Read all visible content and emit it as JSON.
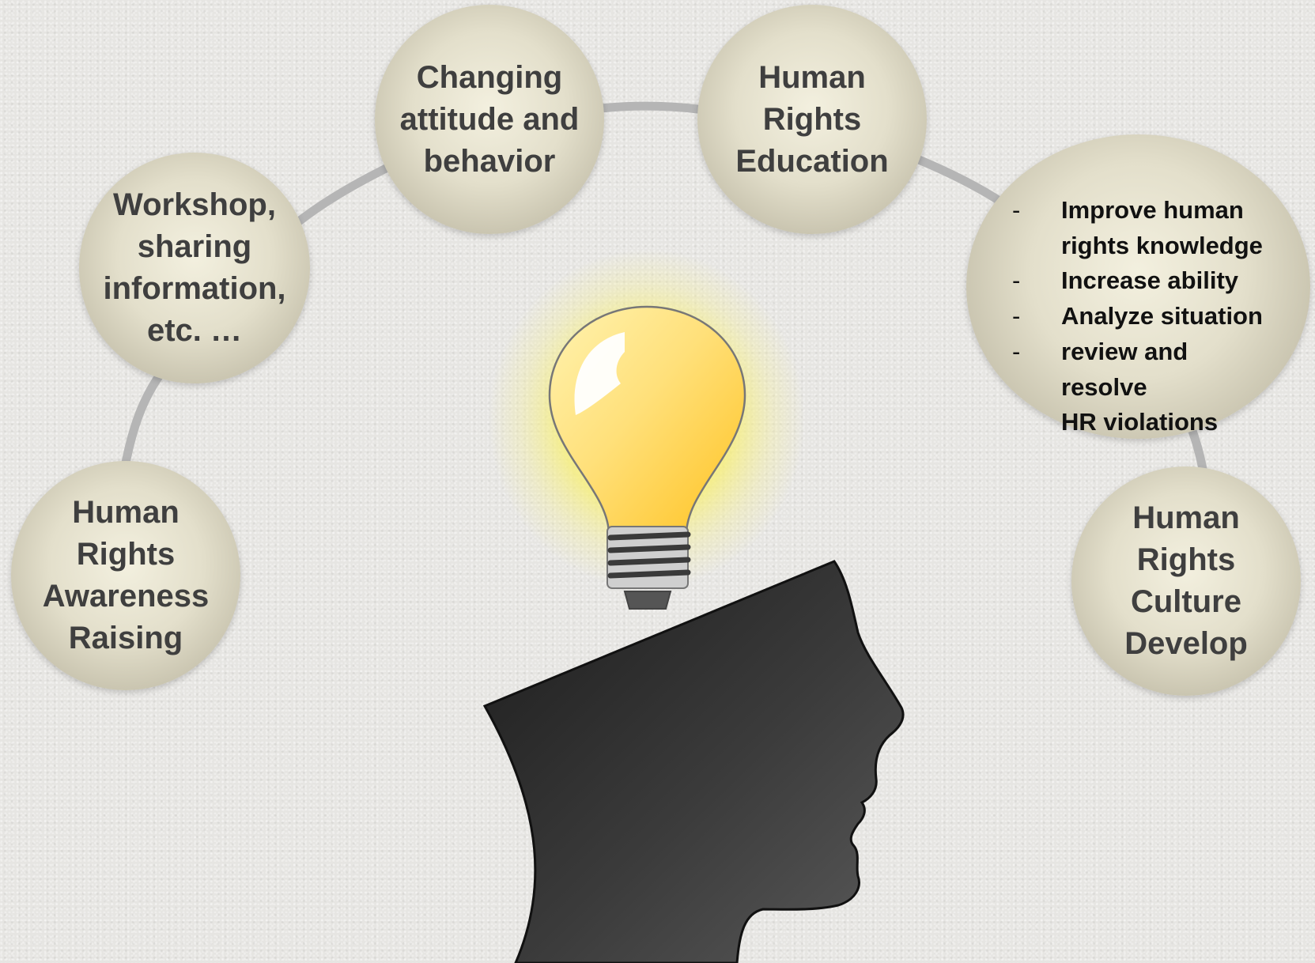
{
  "nodes": {
    "awareness": [
      "Human",
      "Rights",
      "Awareness",
      "Raising"
    ],
    "workshop": [
      "Workshop,",
      "sharing",
      "information,",
      "etc. …"
    ],
    "changing": [
      "Changing",
      "attitude and",
      "behavior"
    ],
    "education": [
      "Human",
      "Rights",
      "Education"
    ],
    "culture": [
      "Human",
      "Rights",
      "Culture",
      "Develop"
    ]
  },
  "education_details": [
    {
      "dash": "-",
      "text": "Improve human"
    },
    {
      "dash": "",
      "text": "rights knowledge"
    },
    {
      "dash": "-",
      "text": "Increase ability"
    },
    {
      "dash": "-",
      "text": "Analyze situation"
    },
    {
      "dash": "-",
      "text": "review and resolve"
    },
    {
      "dash": "",
      "text": "HR violations"
    }
  ],
  "colors": {
    "bubble": "#e3dfcb",
    "text": "#3f3f3f",
    "arc": "#b5b5b5",
    "bulb": "#ffd04a",
    "head": "#3a3a3a"
  },
  "icons": [
    "light-bulb-icon",
    "head-silhouette-icon"
  ]
}
